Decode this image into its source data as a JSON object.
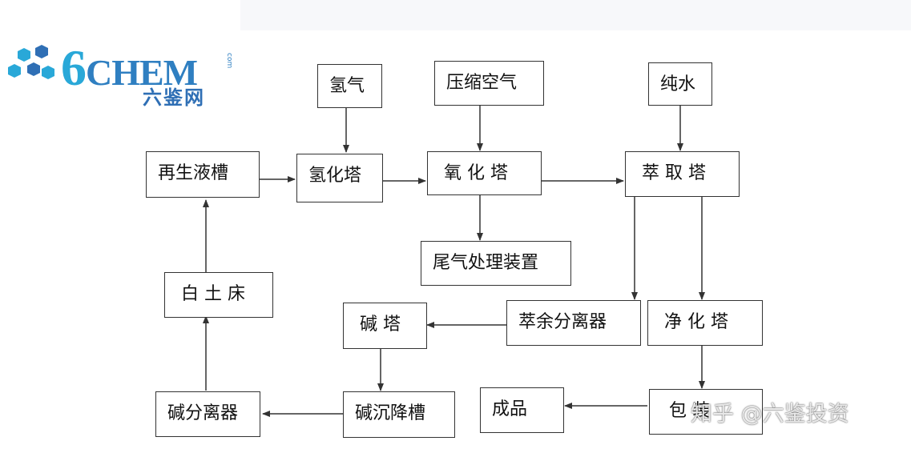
{
  "logo": {
    "brand_digit": "6",
    "brand_text": "CHEM",
    "brand_cn": "六鉴网",
    "brand_suffix": "com"
  },
  "nodes": {
    "hydrogen": "氢气",
    "compressed_air": "压缩空气",
    "pure_water": "纯水",
    "regen_tank": "再生液槽",
    "hydrogenation_tower": "氢化塔",
    "oxidation_tower": "氧 化 塔",
    "extraction_tower": "萃 取 塔",
    "tail_gas_unit": "尾气处理装置",
    "clay_bed": "白 土 床",
    "alkali_tower": "碱 塔",
    "raffinate_separator": "萃余分离器",
    "purification_tower": "净 化 塔",
    "alkali_separator": "碱分离器",
    "alkali_settling_tank": "碱沉降槽",
    "finished_product": "成品",
    "packaging": "包 装"
  },
  "watermark": "知乎 @六鉴投资",
  "colors": {
    "box_border": "#333333",
    "arrow": "#333333",
    "logo_blue": "#2f7fc1",
    "logo_cyan": "#29a8d8"
  }
}
